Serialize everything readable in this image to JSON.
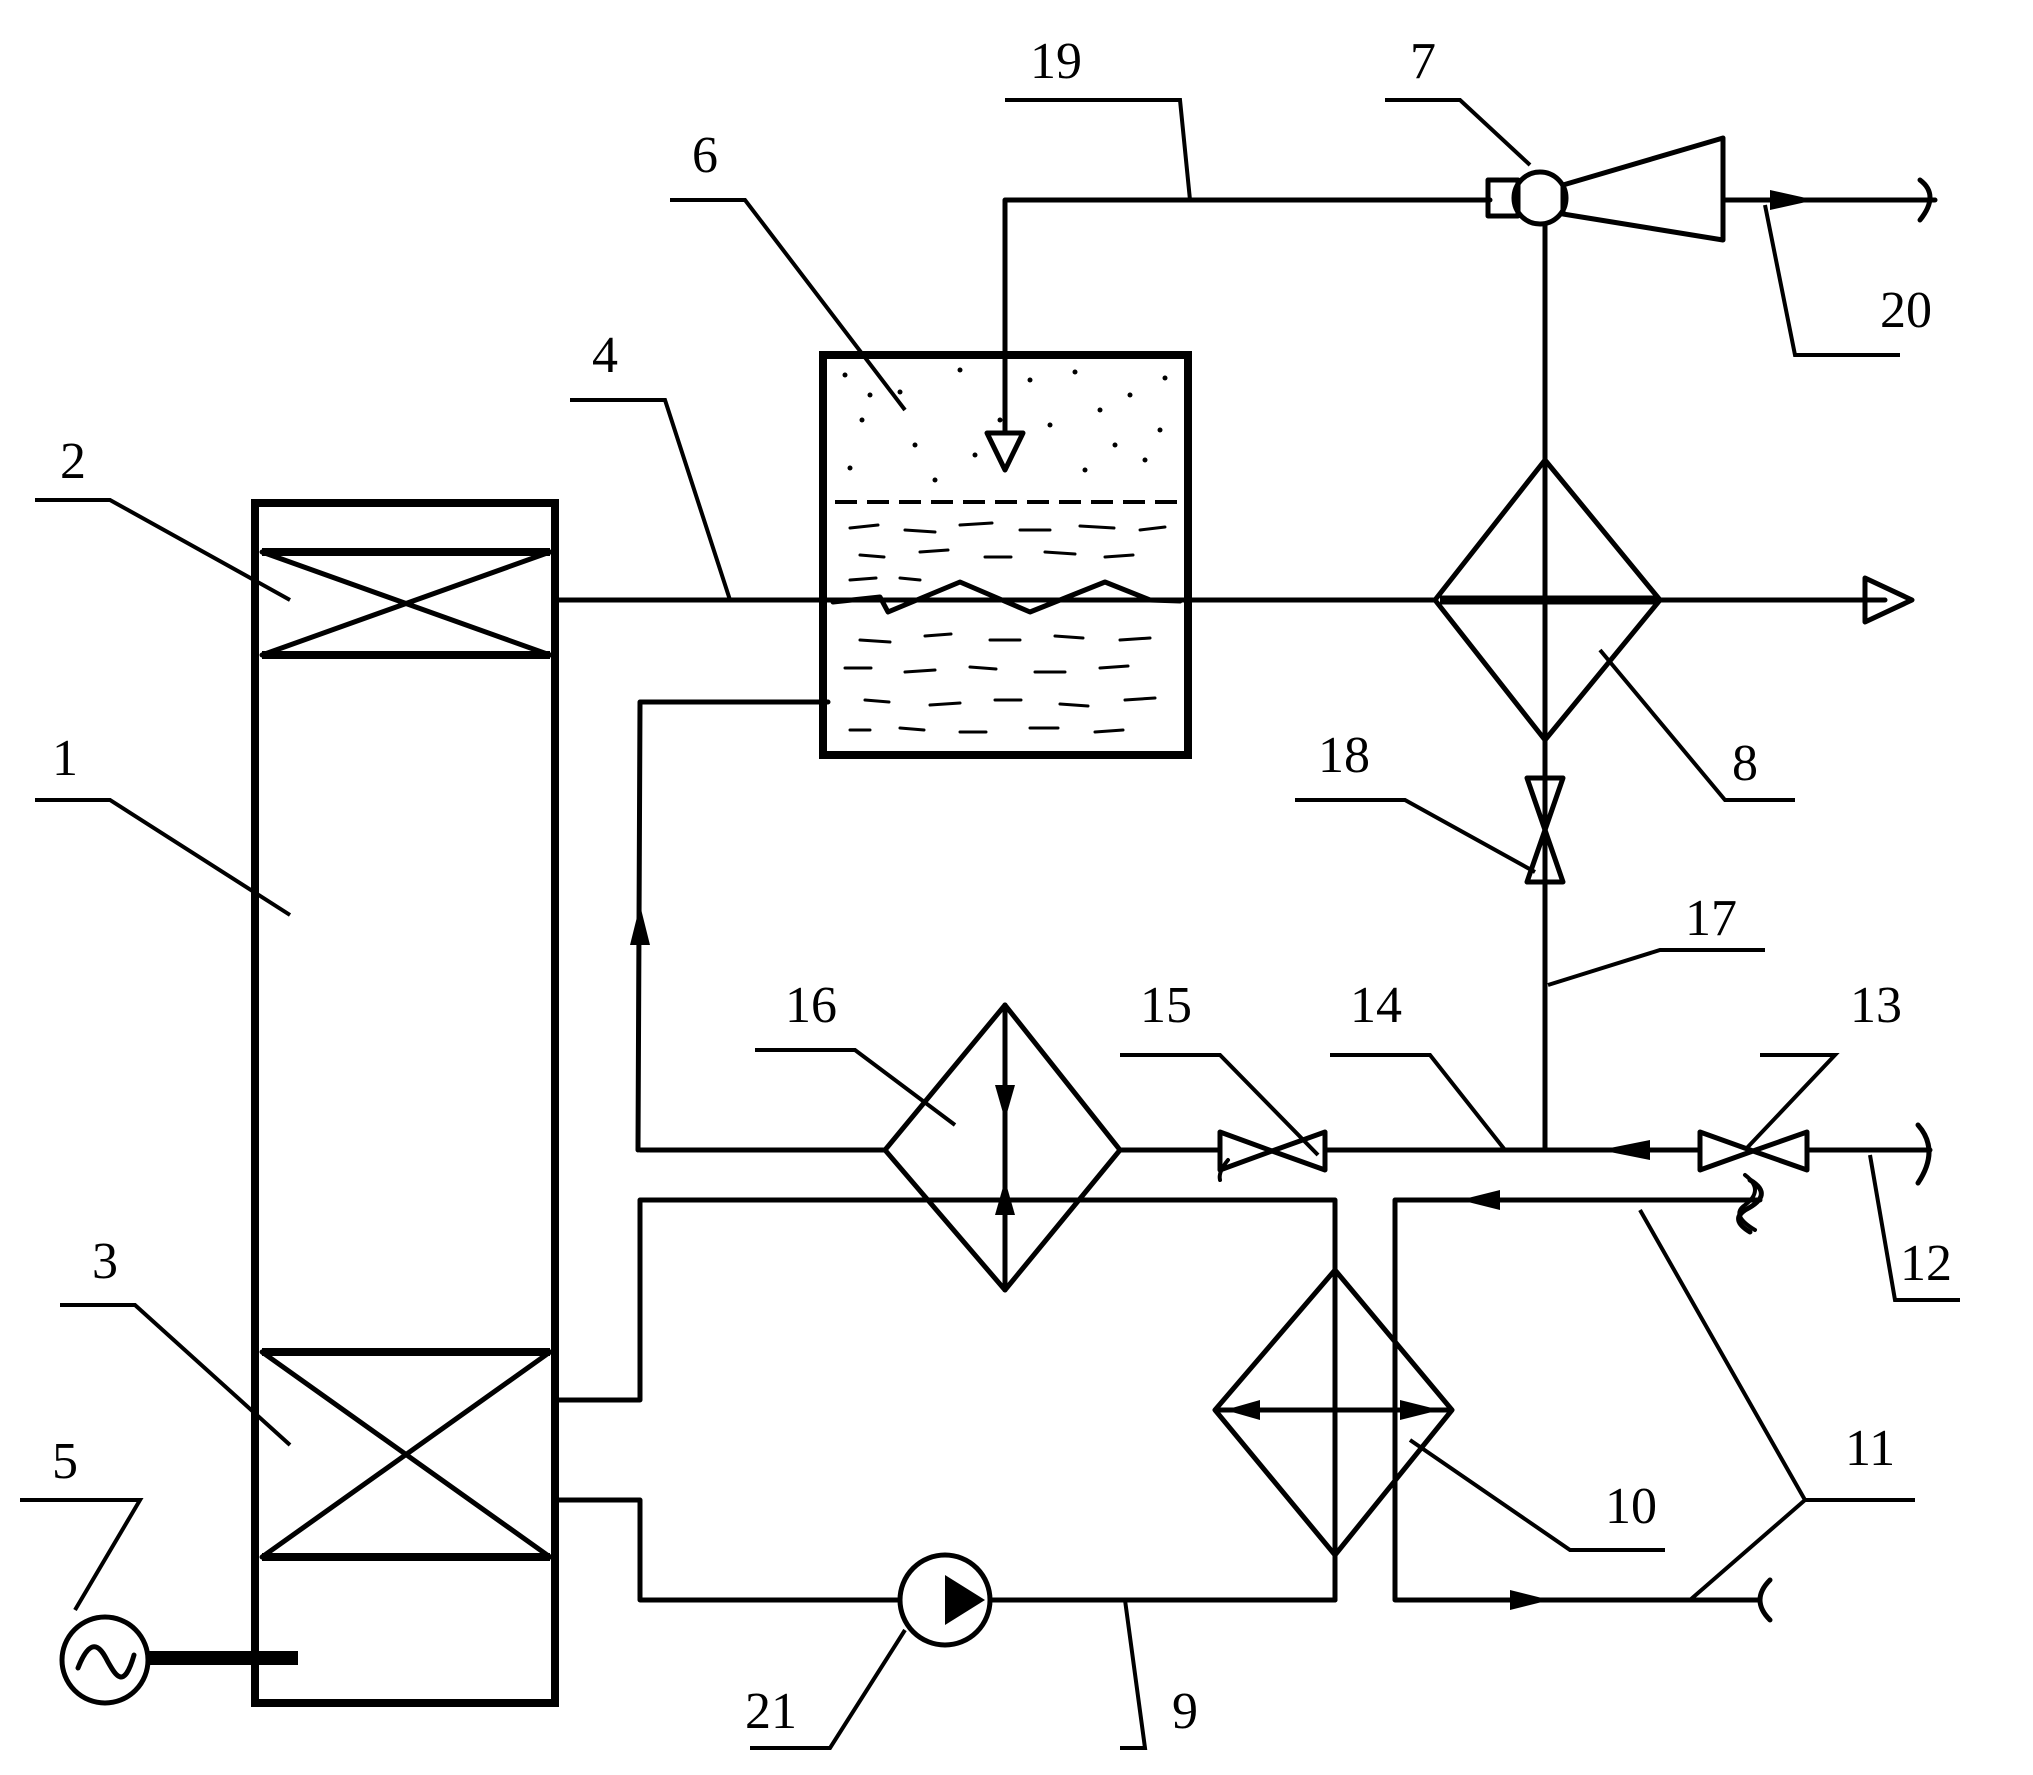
{
  "labels": {
    "l1": "1",
    "l2": "2",
    "l3": "3",
    "l4": "4",
    "l5": "5",
    "l6": "6",
    "l7": "7",
    "l8": "8",
    "l9": "9",
    "l10": "10",
    "l11": "11",
    "l12": "12",
    "l13": "13",
    "l14": "14",
    "l15": "15",
    "l16": "16",
    "l17": "17",
    "l18": "18",
    "l19": "19",
    "l20": "20",
    "l21": "21"
  },
  "colors": {
    "line": "#000000",
    "background": "#ffffff"
  }
}
